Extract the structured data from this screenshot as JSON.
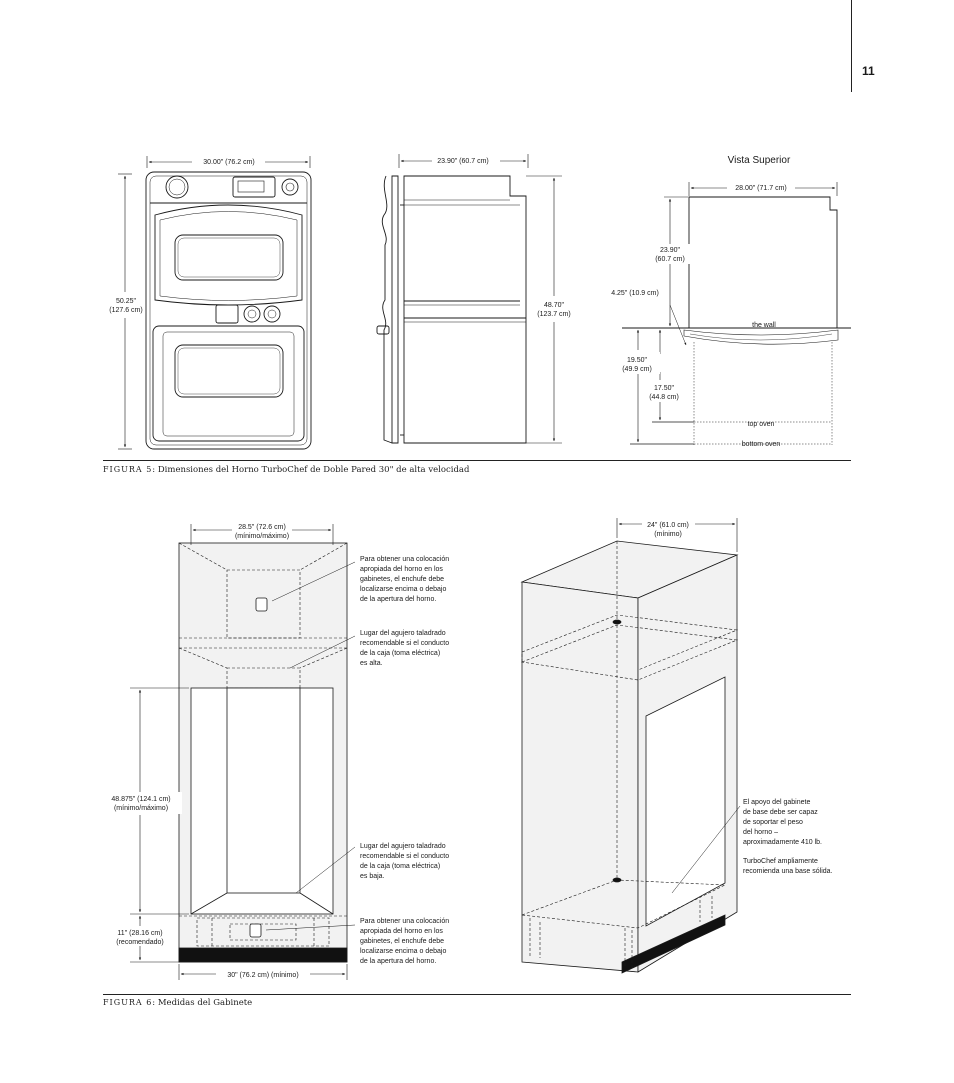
{
  "page_number": "11",
  "figure5": {
    "label": "FIGURA 5",
    "caption": ": Dimensiones del Horno TurboChef de Doble Pared 30\" de alta velocidad",
    "front_width": "30.00\" (76.2 cm)",
    "front_height_in": "50.25\"",
    "front_height_cm": "(127.6 cm)",
    "side_depth": "23.90\" (60.7 cm)",
    "side_height_in": "48.70\"",
    "side_height_cm": "(123.7 cm)",
    "top_view_title": "Vista Superior",
    "top_width": "28.00\" (71.7 cm)",
    "top_depth_in": "23.90\"",
    "top_depth_cm": "(60.7 cm)",
    "top_offset": "4.25\" (10.9 cm)",
    "door_open_in": "19.50\"",
    "door_open_cm": "(49.9 cm)",
    "door2_open_in": "17.50\"",
    "door2_open_cm": "(44.8 cm)",
    "wall_label": "the wall",
    "top_oven_label": "top oven",
    "bottom_oven_label": "bottom oven"
  },
  "figure6": {
    "label": "FIGURA 6",
    "caption": ": Medidas del Gabinete",
    "width_top_1": "28.5\" (72.6 cm)",
    "width_top_2": "(mínimo/máximo)",
    "height_1": "48.875\" (124.1 cm)",
    "height_2": "(mínimo/máximo)",
    "base_1": "11\" (28.16 cm)",
    "base_2": "(recomendado)",
    "width_bottom": "30\" (76.2 cm) (mínimo)",
    "depth_1": "24\" (61.0 cm)",
    "depth_2": "(mínimo)",
    "note_outlet_top": [
      "Para obtener una colocación",
      "apropiada del horno en los",
      "gabinetes, el enchufe debe",
      "localizarse encima o debajo",
      "de la apertura del horno."
    ],
    "note_hole_top": [
      "Lugar del agujero taladrado",
      "recomendable si el conducto",
      "de la caja (toma eléctrica)",
      "es alta."
    ],
    "note_hole_bottom": [
      "Lugar del agujero taladrado",
      "recomendable si el conducto",
      "de la caja (toma eléctrica)",
      "es baja."
    ],
    "note_outlet_bottom": [
      "Para obtener una colocación",
      "apropiada del horno en los",
      "gabinetes, el enchufe debe",
      "localizarse encima o debajo",
      "de la apertura del horno."
    ],
    "note_support": [
      "El apoyo del gabinete",
      "de base debe ser capaz",
      "de soportar el peso",
      "del horno –",
      "aproximadamente 410 lb."
    ],
    "note_recommend": [
      "TurboChef ampliamente",
      "recomienda una base sólida."
    ]
  }
}
